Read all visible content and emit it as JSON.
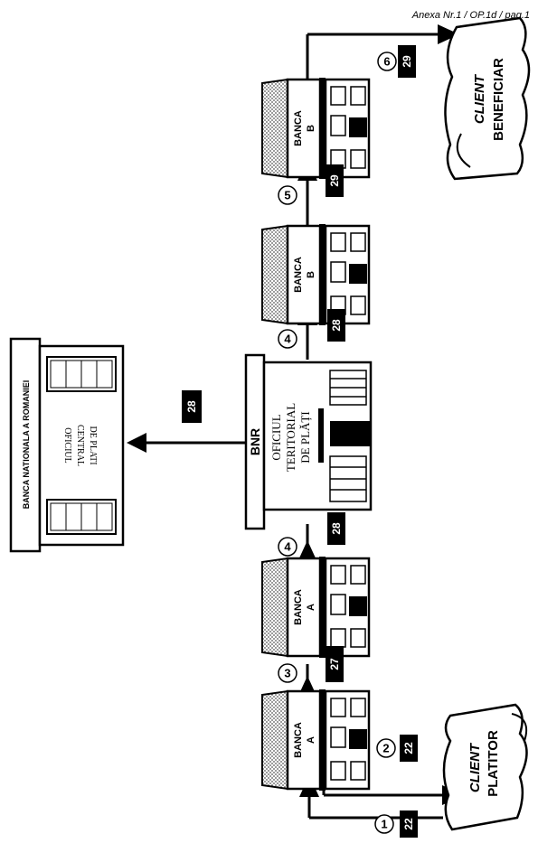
{
  "header": {
    "annex": "Anexa Nr.1 / OP.1d / pag.1"
  },
  "bnr_bar": {
    "label": "BNR"
  },
  "central": {
    "title": "BANCA NATIONALA A ROMANIEI",
    "line1": "OFICIUL",
    "line2": "CENTRAL",
    "line3": "DE PLATI"
  },
  "territorial": {
    "line1": "OFICIUL",
    "line2": "TERITORIAL",
    "line3": "DE PLĂȚI"
  },
  "banks": {
    "a1": {
      "line1": "BANCA",
      "line2": "A"
    },
    "a2": {
      "line1": "BANCA",
      "line2": "A"
    },
    "b1": {
      "line1": "BANCA",
      "line2": "B"
    },
    "b2": {
      "line1": "BANCA",
      "line2": "B"
    }
  },
  "clients": {
    "payer": {
      "line1": "CLIENT",
      "line2": "PLATITOR"
    },
    "beneficiary": {
      "line1": "CLIENT",
      "line2": "BENEFICIAR"
    }
  },
  "steps": [
    "1",
    "2",
    "3",
    "4",
    "4",
    "5",
    "6"
  ],
  "codes": {
    "c1": "22",
    "c2": "22",
    "c3": "27",
    "c4a": "28",
    "c4b": "28",
    "c5": "29",
    "c6": "29",
    "central": "28"
  },
  "colors": {
    "ink": "#000000",
    "paper": "#ffffff",
    "roof": "#9a9a9a"
  }
}
